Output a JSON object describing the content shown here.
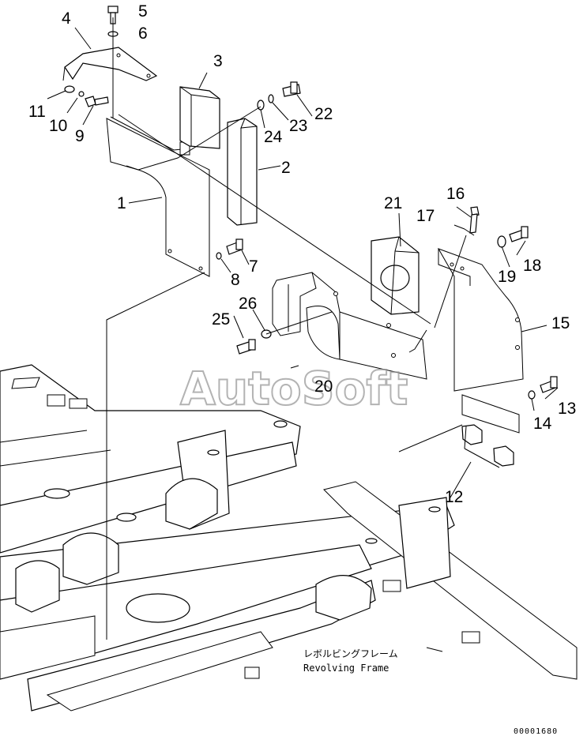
{
  "callouts": [
    {
      "num": "1"
    },
    {
      "num": "2"
    },
    {
      "num": "3"
    },
    {
      "num": "4"
    },
    {
      "num": "5"
    },
    {
      "num": "6"
    },
    {
      "num": "7"
    },
    {
      "num": "8"
    },
    {
      "num": "9"
    },
    {
      "num": "10"
    },
    {
      "num": "11"
    },
    {
      "num": "12"
    },
    {
      "num": "13"
    },
    {
      "num": "14"
    },
    {
      "num": "15"
    },
    {
      "num": "16"
    },
    {
      "num": "17"
    },
    {
      "num": "18"
    },
    {
      "num": "19"
    },
    {
      "num": "20"
    },
    {
      "num": "21"
    },
    {
      "num": "22"
    },
    {
      "num": "23"
    },
    {
      "num": "24"
    },
    {
      "num": "25"
    },
    {
      "num": "26"
    }
  ],
  "frame_label": {
    "japanese": "レボルビングフレーム",
    "english": "Revolving Frame"
  },
  "watermark": "AutoSoft",
  "drawing_code": "00001680"
}
